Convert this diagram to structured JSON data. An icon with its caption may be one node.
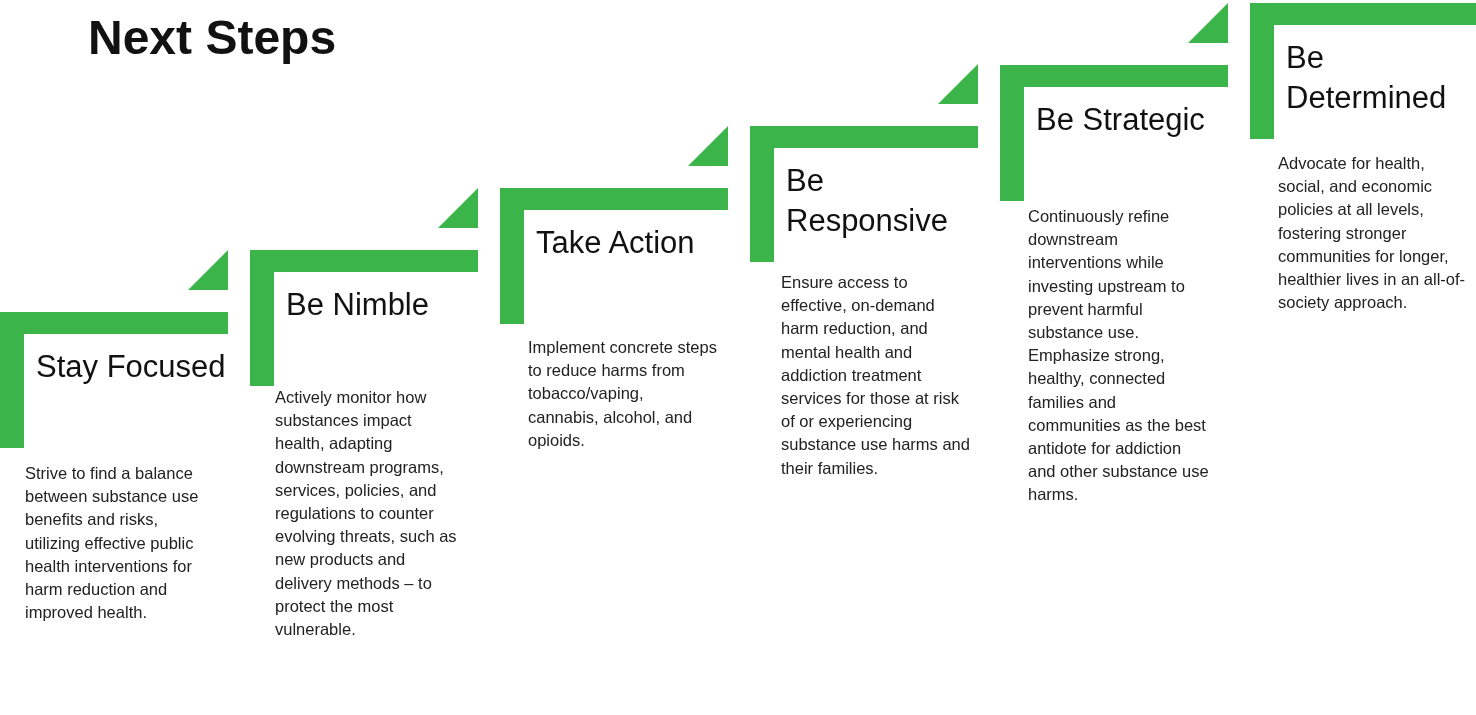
{
  "diagram": {
    "title": "Next Steps",
    "nodes": [
      {
        "text": [
          "Stay Focused",
          "Strive to find a balance between substance use benefits and risks, utilizing effective public health interventions for harm reduction and improved health."
        ]
      },
      {
        "text": [
          "Be Nimble",
          "Actively monitor how substances impact health, adapting downstream programs, services, policies, and regulations to counter evolving threats, such as new products and delivery methods – to protect the most vulnerable."
        ]
      },
      {
        "text": [
          "Take Action",
          "Implement concrete steps to reduce harms from tobacco/vaping, cannabis, alcohol, and opioids."
        ]
      },
      {
        "text": [
          "Be Responsive",
          "Ensure access to effective, on-demand harm reduction, and mental health and addiction treatment services for those at risk of or experiencing substance use harms and their families."
        ]
      },
      {
        "text": [
          "Be Strategic",
          "Continuously refine downstream interventions while investing upstream to prevent harmful substance use. Emphasize strong, healthy, connected families and communities as the best antidote for addiction and other substance use harms."
        ]
      },
      {
        "text": [
          "Be Determined",
          "Advocate for health, social, and economic policies at all levels, fostering stronger communities for longer, healthier lives in an all-of-society approach."
        ]
      }
    ],
    "edges": []
  }
}
